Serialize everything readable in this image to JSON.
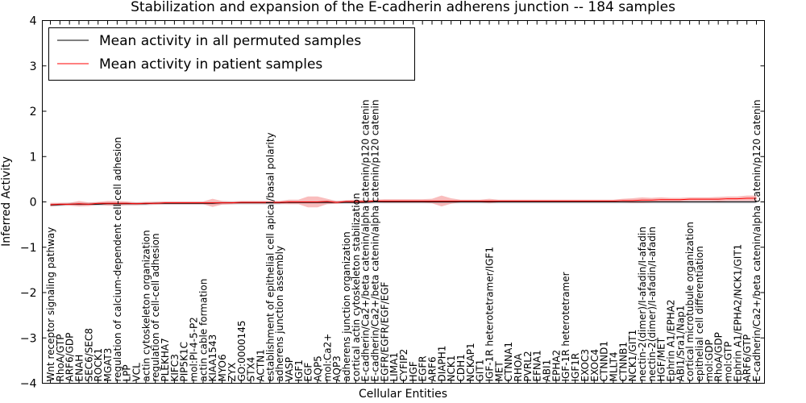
{
  "chart_data": {
    "type": "line",
    "title": "Stabilization and expansion of the E-cadherin adherens junction -- 184 samples",
    "xlabel": "Cellular Entities",
    "ylabel": "Inferred Activity",
    "ylim": [
      -4,
      4
    ],
    "yticks": [
      "−4",
      "−3",
      "−2",
      "−1",
      "0",
      "1",
      "2",
      "3",
      "4"
    ],
    "grid": false,
    "legend_position": "top-left",
    "categories": [
      "Wnt receptor signaling pathway",
      "RhoA/GTP",
      "ARF6/GDP",
      "ENAH",
      "SEC6/SEC8",
      "ROCK1",
      "MGAT3",
      "regulation of calcium-dependent cell-cell adhesion",
      "LPP",
      "VCL",
      "actin cytoskeleton organization",
      "regulation of cell-cell adhesion",
      "PLEKHA7",
      "KIFC3",
      "PIP5K1C",
      "mol:PI-4-5-P2",
      "actin cable formation",
      "KIAA1543",
      "MYO6",
      "ZYX",
      "GO:0000145",
      "STX4",
      "ACTN1",
      "establishment of epithelial cell apical/basal polarity",
      "adherens junction assembly",
      "VASP",
      "IGF1",
      "EGF",
      "AQP5",
      "mol:Ca2+",
      "AQP3",
      "adherens junction organization",
      "cortical actin cytoskeleton stabilization",
      "E-cadherin/Ca2+/beta catenin/alpha catenin/p120 catenin",
      "E-cadherin/Ca2+/beta catenin/alpha catenin/p120 catenin",
      "EGFR/EGFR/EGF/EGF",
      "LIMA1",
      "CYFIP2",
      "HGF",
      "EGFR",
      "ARF6",
      "DIAPH1",
      "NCK1",
      "CDH1",
      "NCKAP1",
      "GIT1",
      "IGF-1R heterotetramer/IGF1",
      "MET",
      "CTNNA1",
      "RHOA",
      "PVRL2",
      "EFNA1",
      "ABI1",
      "EPHA2",
      "IGF-1R heterotetramer",
      "IGF1R",
      "EXOC3",
      "EXOC4",
      "CTNND1",
      "MLLT4",
      "CTNNB1",
      "NCK1/GIT1",
      "nectin-2(dimer)/I-afadin/I-afadin",
      "nectin-2(dimer)/I-afadin/I-afadin",
      "HGF/MET",
      "Ephrin A1/EPHA2",
      "ABI1/Sra1/Nap1",
      "cortical microtubule organization",
      "epithelial cell differentiation",
      "mol:GDP",
      "RhoA/GDP",
      "mol:GTP",
      "Ephrin A1/EPHA2/NCK1/GIT1",
      "ARF6/GTP",
      "E-cadherin/Ca2+/beta catenin/alpha catenin/p120 catenin"
    ],
    "series": [
      {
        "name": "Mean activity in all permuted samples",
        "color": "#000000",
        "values": [
          -0.07,
          -0.06,
          -0.05,
          -0.05,
          -0.05,
          -0.05,
          -0.04,
          -0.04,
          -0.04,
          -0.04,
          -0.04,
          -0.03,
          -0.03,
          -0.03,
          -0.03,
          -0.03,
          -0.03,
          -0.03,
          -0.02,
          -0.02,
          -0.02,
          -0.02,
          -0.02,
          -0.02,
          -0.02,
          -0.01,
          -0.01,
          -0.01,
          -0.01,
          -0.01,
          -0.01,
          -0.01,
          -0.01,
          -0.01,
          0,
          0,
          0,
          0,
          0,
          0,
          0,
          0,
          0,
          0,
          0,
          0,
          0,
          0,
          0,
          0,
          0,
          0,
          0,
          0,
          0,
          0,
          0,
          0,
          0,
          0,
          0,
          0,
          0,
          0,
          0,
          0,
          0,
          0,
          0,
          0,
          0,
          0,
          0,
          0,
          0
        ]
      },
      {
        "name": "Mean activity in patient samples",
        "color": "#ff0000",
        "values": [
          -0.06,
          -0.05,
          -0.05,
          -0.04,
          -0.05,
          -0.03,
          -0.03,
          -0.03,
          -0.03,
          -0.04,
          -0.03,
          -0.03,
          -0.02,
          -0.02,
          -0.02,
          -0.02,
          -0.02,
          -0.02,
          -0.02,
          -0.02,
          -0.01,
          -0.01,
          -0.01,
          -0.01,
          -0.01,
          0,
          0,
          0,
          0,
          0.01,
          -0.01,
          0.01,
          0.01,
          0.01,
          0.02,
          0.02,
          0.02,
          0.02,
          0.02,
          0.02,
          0.02,
          0.02,
          0.02,
          0.02,
          0.02,
          0.02,
          0.02,
          0.02,
          0.02,
          0.02,
          0.02,
          0.02,
          0.02,
          0.02,
          0.02,
          0.02,
          0.02,
          0.02,
          0.02,
          0.02,
          0.03,
          0.03,
          0.04,
          0.04,
          0.05,
          0.05,
          0.05,
          0.06,
          0.06,
          0.06,
          0.06,
          0.07,
          0.07,
          0.08,
          0.08
        ],
        "band_halfwidth": [
          0.04,
          0.03,
          0.03,
          0.06,
          0.04,
          0.03,
          0.05,
          0.05,
          0.04,
          0.03,
          0.03,
          0.03,
          0.03,
          0.03,
          0.03,
          0.03,
          0.03,
          0.09,
          0.04,
          0.03,
          0.03,
          0.03,
          0.03,
          0.03,
          0.03,
          0.05,
          0.05,
          0.12,
          0.12,
          0.06,
          0.03,
          0.03,
          0.04,
          0.03,
          0.03,
          0.04,
          0.04,
          0.04,
          0.04,
          0.04,
          0.05,
          0.12,
          0.06,
          0.03,
          0.03,
          0.03,
          0.05,
          0.03,
          0.03,
          0.03,
          0.03,
          0.03,
          0.03,
          0.03,
          0.03,
          0.03,
          0.03,
          0.03,
          0.03,
          0.03,
          0.04,
          0.05,
          0.06,
          0.05,
          0.05,
          0.04,
          0.04,
          0.04,
          0.04,
          0.04,
          0.05,
          0.05,
          0.05,
          0.06,
          0.06
        ]
      }
    ]
  }
}
